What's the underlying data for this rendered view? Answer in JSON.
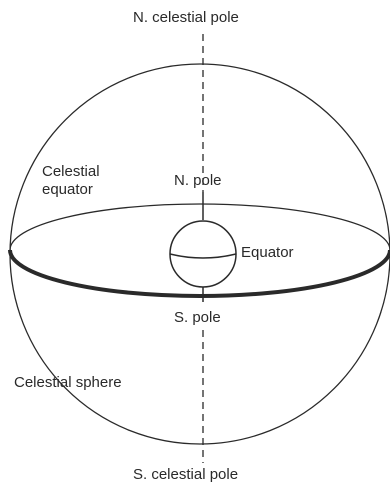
{
  "labels": {
    "north_celestial_pole": "N. celestial pole",
    "celestial_equator_line1": "Celestial",
    "celestial_equator_line2": "equator",
    "north_pole": "N. pole",
    "equator": "Equator",
    "south_pole": "S. pole",
    "celestial_sphere": "Celestial sphere",
    "south_celestial_pole": "S. celestial pole"
  },
  "colors": {
    "ink": "#2a2a2a",
    "background": "#ffffff"
  }
}
